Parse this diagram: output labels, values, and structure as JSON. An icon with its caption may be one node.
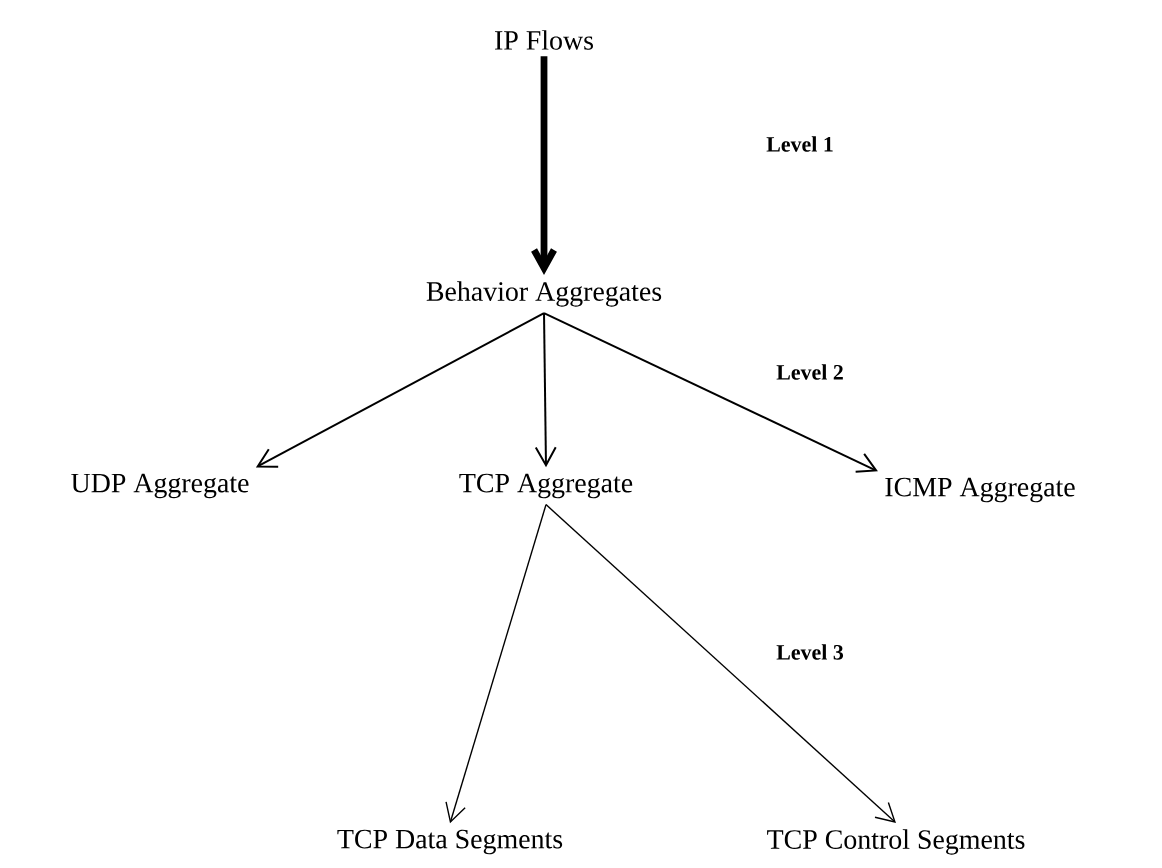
{
  "diagram": {
    "nodes": [
      {
        "text": [
          "IP Flows"
        ]
      },
      {
        "text": [
          "Behavior Aggregates"
        ]
      },
      {
        "text": [
          "UDP Aggregate"
        ]
      },
      {
        "text": [
          "TCP Aggregate"
        ]
      },
      {
        "text": [
          "ICMP Aggregate"
        ]
      },
      {
        "text": [
          "TCP Data Segments"
        ]
      },
      {
        "text": [
          "TCP Control Segments"
        ]
      }
    ],
    "edges": [
      {
        "from": 0,
        "to": 1,
        "arrow": "to",
        "style": "thick"
      },
      {
        "from": 1,
        "to": 2,
        "arrow": "to"
      },
      {
        "from": 1,
        "to": 3,
        "arrow": "to"
      },
      {
        "from": 1,
        "to": 4,
        "arrow": "to"
      },
      {
        "from": 3,
        "to": 5,
        "arrow": "to"
      },
      {
        "from": 3,
        "to": 6,
        "arrow": "to"
      }
    ],
    "labels": [
      "Level 1",
      "Level 2",
      "Level 3"
    ]
  }
}
